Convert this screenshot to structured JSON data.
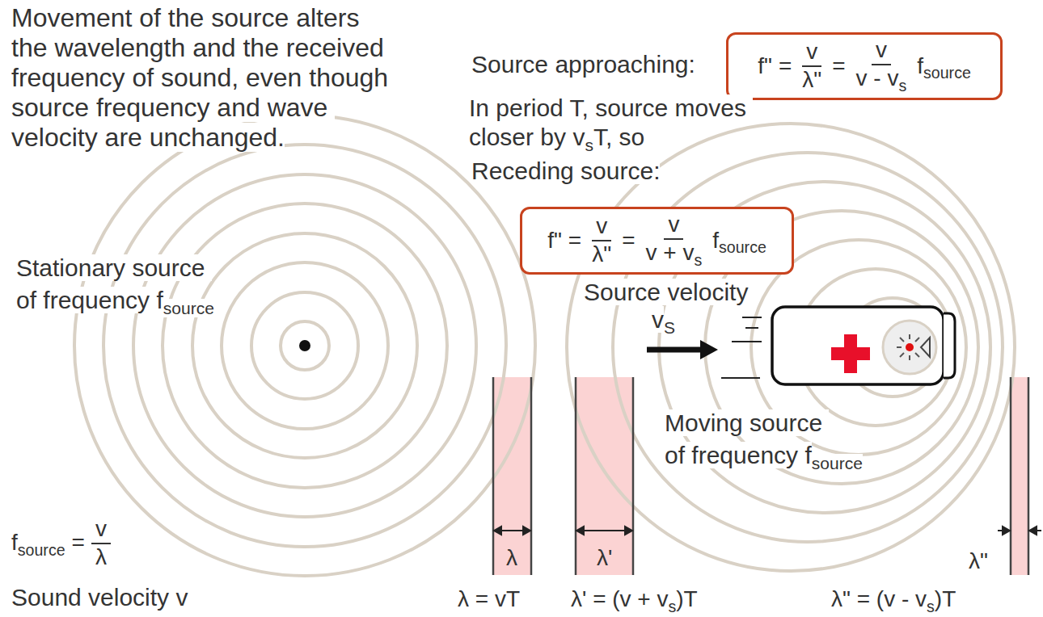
{
  "diagram": {
    "nodes": [
      {
        "text": [
          "f\"",
          "=",
          "v",
          "λ\"",
          "=",
          "v",
          "v - v",
          "s",
          "f",
          "source"
        ]
      },
      {
        "text": [
          "f\"",
          "=",
          "v",
          "λ\"",
          "=",
          "v",
          "v + v",
          "s",
          "f",
          "source"
        ]
      }
    ],
    "labels": [
      "Movement of the source alters the wavelength and the received frequency of sound, even though source frequency and wave velocity are unchanged.",
      "Source approaching:",
      "In period T, source moves closer by v",
      "s",
      "T, so",
      "Receding source:",
      "Stationary source of frequency f",
      "source",
      "Source velocity",
      "v",
      "S",
      "Moving source of frequency f",
      "source",
      "f",
      "source",
      "=",
      "v",
      "λ",
      "Sound velocity v",
      "λ",
      "λ'",
      "λ\"",
      "λ = vT",
      "λ' = (v + v",
      "s",
      ")T",
      "λ\" = (v - v",
      "s",
      ")T"
    ]
  }
}
